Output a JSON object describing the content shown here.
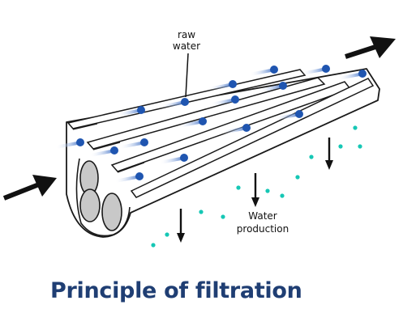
{
  "diagram": {
    "title": "Principle of filtration",
    "label_raw_line1": "raw",
    "label_raw_line2": "water",
    "label_prod_line1": "Water",
    "label_prod_line2": "production"
  },
  "colors": {
    "title": "#1f3e73",
    "dot": "#1f55b0",
    "drop": "#16c7b5",
    "tube_fill": "#ffffff",
    "tube_stroke": "#1a1a1a",
    "bore": "#c8c8c8",
    "arrow": "#111111"
  }
}
